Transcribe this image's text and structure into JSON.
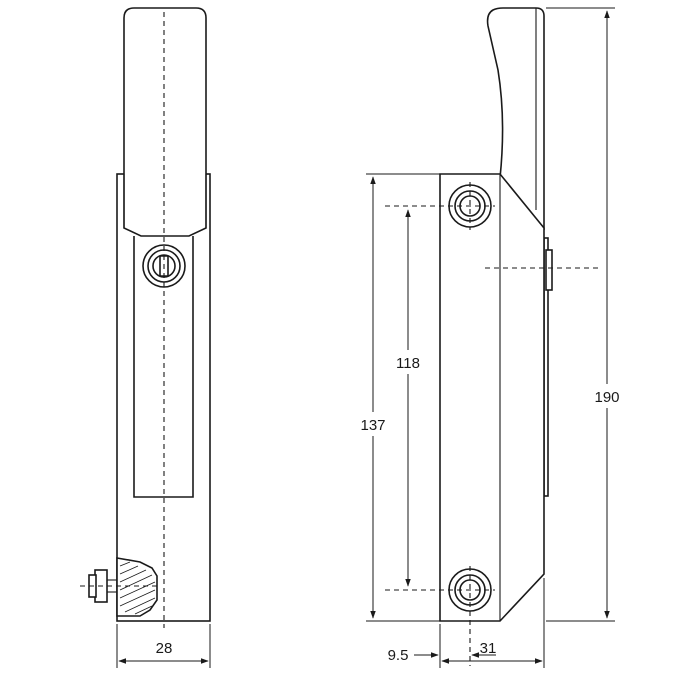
{
  "dimensions": {
    "front_width": "28",
    "side_width": "31",
    "hole_offset": "9.5",
    "hole_spacing": "118",
    "body_height": "137",
    "overall_height": "190"
  }
}
